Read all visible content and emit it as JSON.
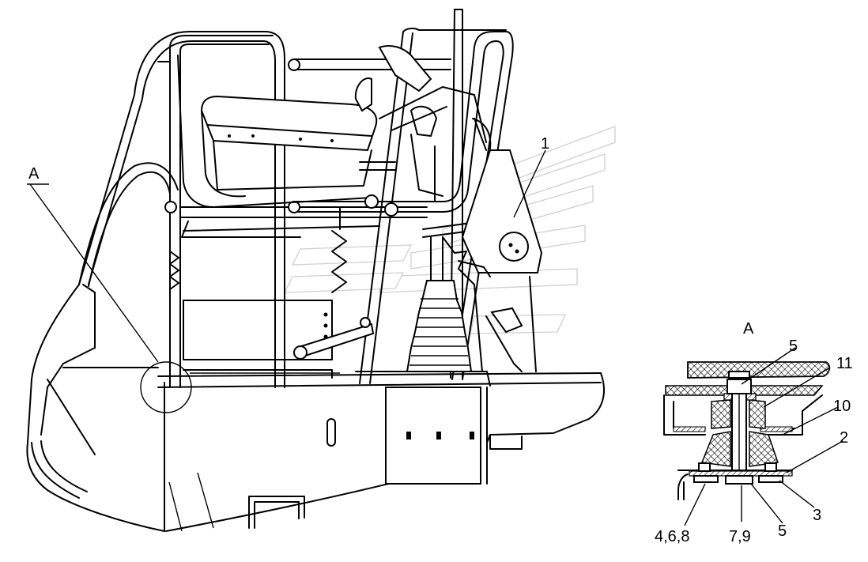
{
  "labels": {
    "view_marker_left": "A",
    "view_marker_detail": "A",
    "callout_1": "1",
    "callout_5_top": "5",
    "callout_11": "11",
    "callout_10": "10",
    "callout_2": "2",
    "callout_3": "3",
    "callout_5_bottom": "5",
    "callout_7_9": "7,9",
    "callout_4_6_8": "4,6,8"
  },
  "colors": {
    "line": "#000000",
    "background": "#ffffff",
    "hatch": "#000000"
  }
}
